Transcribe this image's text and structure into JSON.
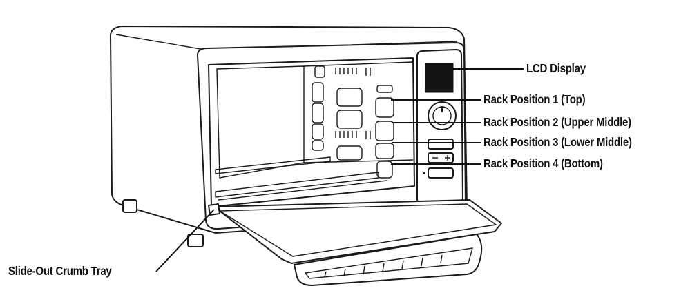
{
  "labels": {
    "lcd_display": "LCD Display",
    "rack_1": "Rack Position 1 (Top)",
    "rack_2": "Rack Position 2 (Upper Middle)",
    "rack_3": "Rack Position 3 (Lower Middle)",
    "rack_4": "Rack Position 4 (Bottom)",
    "crumb_tray": "Slide-Out Crumb Tray"
  }
}
